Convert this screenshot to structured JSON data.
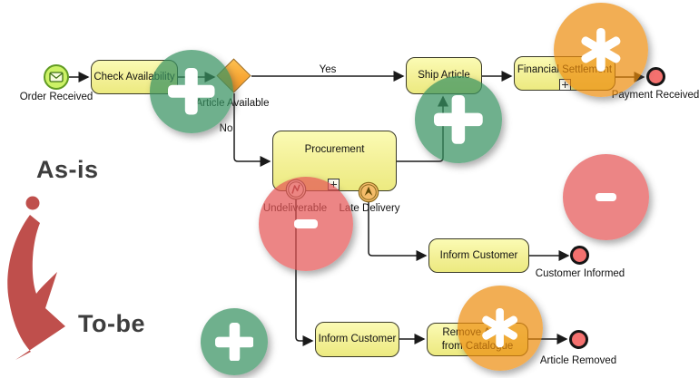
{
  "annotations": {
    "as_is": "As-is",
    "to_be": "To-be"
  },
  "colors": {
    "overlay_added_green": "#379261",
    "overlay_removed_red": "#e55656",
    "overlay_changed_orange": "#ed8b0c",
    "task_fill_yellow": "#f3f096",
    "gateway_orange": "#f5941f",
    "start_event_green": "#ccf266",
    "end_event_red": "#f4716f",
    "annotation_arrow_red": "#bf4f4c"
  },
  "process": {
    "start_event": {
      "label": "Order Received"
    },
    "tasks": {
      "check_availability": {
        "label": "Check Availability"
      },
      "ship_article": {
        "label": "Ship Article"
      },
      "financial_settlement": {
        "label": "Financial Settlement"
      },
      "procurement": {
        "label": "Procurement"
      },
      "inform_customer_late": {
        "label": "Inform Customer"
      },
      "inform_customer_undeliverable": {
        "label": "Inform Customer"
      },
      "remove_article": {
        "label": "Remove Article from Catalogue"
      }
    },
    "gateway": {
      "label": "Article Available"
    },
    "flow_labels": {
      "yes": "Yes",
      "no": "No"
    },
    "boundary_events": {
      "undeliverable": {
        "label": "Undeliverable"
      },
      "late_delivery": {
        "label": "Late Delivery"
      }
    },
    "end_events": {
      "payment_received": {
        "label": "Payment Received"
      },
      "customer_informed": {
        "label": "Customer Informed"
      },
      "article_removed": {
        "label": "Article Removed"
      }
    }
  }
}
